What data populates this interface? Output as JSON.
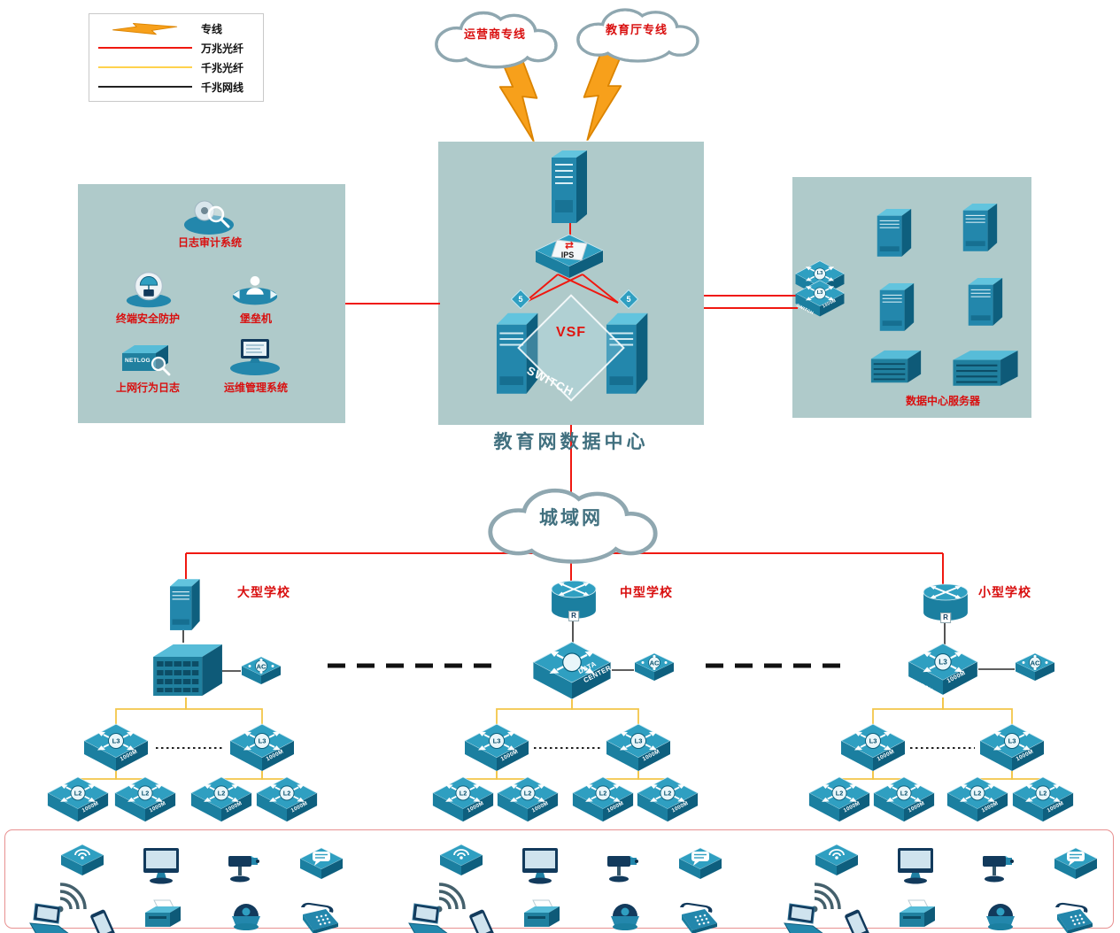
{
  "colors": {
    "zone_bg": "#afcaca",
    "line_10g": "#f01810",
    "line_1g_fiber": "#ffd24d",
    "line_1g_cable": "#222222",
    "label_red": "#d90f0f",
    "title_blue": "#41707f",
    "device_teal": "#2f9fc1",
    "lightning_orange": "#f7a01b"
  },
  "legend": {
    "items": [
      {
        "label": "专线",
        "symbol": "lightning"
      },
      {
        "label": "万兆光纤",
        "symbol": "red-line"
      },
      {
        "label": "千兆光纤",
        "symbol": "yellow-line"
      },
      {
        "label": "千兆网线",
        "symbol": "black-line"
      }
    ]
  },
  "clouds": {
    "carrier": "运营商专线",
    "education": "教育厅专线",
    "man": "城域网"
  },
  "datacenter": {
    "title": "教育网数据中心",
    "ips": "IPS",
    "vsf": "VSF",
    "switch": "SWITCH",
    "server_tag": "5"
  },
  "icons": {
    "ips_arrows": "⇄"
  },
  "security_zone": {
    "items": [
      {
        "label": "日志审计系统"
      },
      {
        "label": "终端安全防护"
      },
      {
        "label": "堡垒机"
      },
      {
        "label": "上网行为日志"
      },
      {
        "label": "运维管理系统"
      }
    ],
    "netlog_tag": "NETLOG"
  },
  "server_zone": {
    "label": "数据中心服务器"
  },
  "labels": {
    "switch": "SWITCH",
    "speed": "1000M",
    "l3": "L3",
    "l2": "L2",
    "ac": "AC",
    "router": "R",
    "dc1": "DATA",
    "dc2": "CENTER"
  },
  "schools": [
    {
      "name": "大型学校"
    },
    {
      "name": "中型学校"
    },
    {
      "name": "小型学校"
    }
  ],
  "edge_devices": [
    "wireless-ap",
    "wifi-signal",
    "laptop",
    "smartphone",
    "pc-monitor",
    "printer",
    "ptz-camera",
    "dome-camera",
    "im-chat",
    "telephone"
  ]
}
